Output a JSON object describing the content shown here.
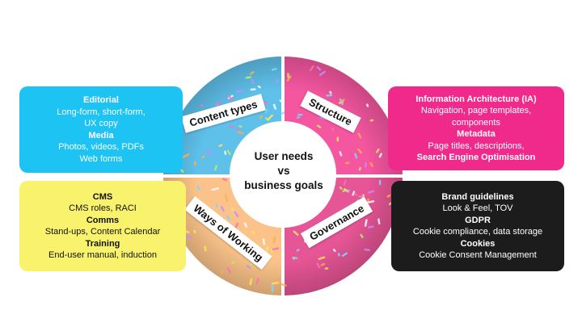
{
  "center": {
    "line1": "User needs",
    "line2": "vs",
    "line3": "business goals"
  },
  "quadrants": {
    "content_types": "Content types",
    "structure": "Structure",
    "ways_of_working": "Ways of Working",
    "governance": "Governance"
  },
  "editorial_box": {
    "heading1": "Editorial",
    "line1": "Long-form, short-form,",
    "line2": "UX copy",
    "heading2": "Media",
    "line3": "Photos, videos, PDFs",
    "line4": "Web forms"
  },
  "cms_box": {
    "heading1": "CMS",
    "line1": "CMS roles, RACI",
    "heading2": "Comms",
    "line2": "Stand-ups, Content Calendar",
    "heading3": "Training",
    "line3": "End-user manual, induction"
  },
  "ia_box": {
    "heading1": "Information Architecture (IA)",
    "line1": "Navigation, page templates,",
    "line2": "components",
    "heading2": "Metadata",
    "line3": "Page titles, descriptions,",
    "heading3": "Search Engine Optimisation"
  },
  "governance_box": {
    "heading1": "Brand guidelines",
    "line1": "Look & Feel, TOV",
    "heading2": "GDPR",
    "line2": "Cookie compliance, data storage",
    "heading3": "Cookies",
    "line3": "Cookie Consent Management"
  },
  "colors": {
    "editorial": "#1dc3f2",
    "cms": "#f8f26c",
    "ia": "#ef2a8b",
    "governance": "#1d1c1c",
    "quadrant_content_types": "#5fc0ea",
    "quadrant_structure": "#f4569f",
    "quadrant_ways_of_working": "#fbc389",
    "quadrant_governance": "#e65595"
  }
}
